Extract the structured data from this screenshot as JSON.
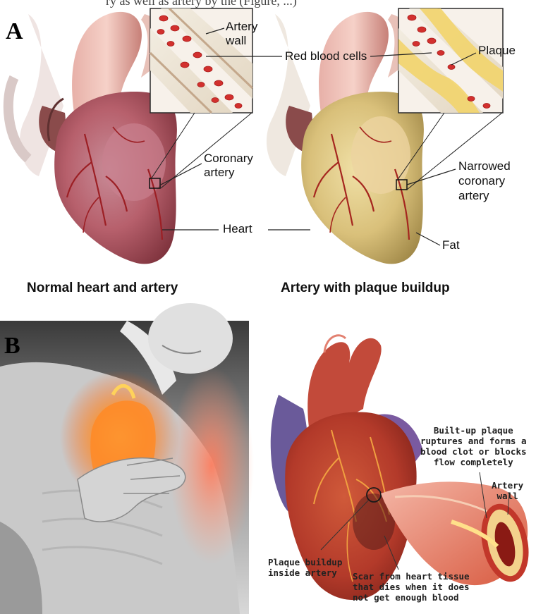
{
  "top_cut_text": "ry as well as artery by the (Figure, ...)",
  "panel_a": {
    "letter": "A",
    "labels": {
      "artery_wall_1": "Artery",
      "artery_wall_2": "wall",
      "red_blood_cells": "Red blood cells",
      "plaque": "Plaque",
      "coronary_1": "Coronary",
      "coronary_2": "artery",
      "narrowed_1": "Narrowed",
      "narrowed_2": "coronary",
      "narrowed_3": "artery",
      "heart": "Heart",
      "fat": "Fat"
    },
    "captions": {
      "left": "Normal heart and artery",
      "right": "Artery with plaque buildup"
    }
  },
  "panel_b": {
    "letter": "B",
    "labels": {
      "rupture_1": "Built-up plaque",
      "rupture_2": "ruptures and forms a",
      "rupture_3": "blood clot or blocks",
      "rupture_4": "flow completely",
      "artery_wall_1": "Artery",
      "artery_wall_2": "wall",
      "plaque_1": "Plaque buildup",
      "plaque_2": "inside artery",
      "scar_1": "Scar from heart tissue",
      "scar_2": "that dies when it does",
      "scar_3": "not get enough blood"
    }
  },
  "colors": {
    "heart_normal": "#b8636b",
    "heart_fat": "#d8c27a",
    "blood_cell": "#d3312f",
    "artery_wall": "#e8c8a8",
    "plaque": "#f0d270",
    "glow": "#ff7a1a"
  }
}
